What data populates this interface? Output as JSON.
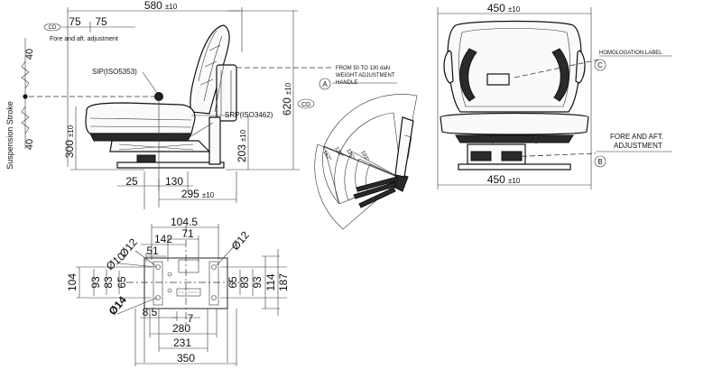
{
  "side_view": {
    "dim_width_total": "580",
    "dim_width_tol": "±10",
    "dim_fore_a": "75",
    "dim_fore_b": "75",
    "fore_aft_label": "Fore and aft. adjustment",
    "sip_label": "SIP(ISO5353)",
    "srp_label": "SRP(ISO3462)",
    "dim_height_total": "620",
    "dim_height_tol": "±10",
    "dim_seat_height": "300",
    "dim_seat_height_tol": "±10",
    "dim_srp_height": "203",
    "dim_srp_height_tol": "±10",
    "dim_front_offset": "25",
    "dim_sip_offset": "130",
    "dim_depth": "295",
    "dim_depth_tol": "±10",
    "weight_note_line1": "FROM 50 TO 130 daN",
    "weight_note_line2": "WEIGHT ADJUSTMENT",
    "weight_note_line3": "HANDLE",
    "marker_a": "A",
    "marker_cd": "CD"
  },
  "suspension": {
    "label": "Suspension Stroke",
    "dim_up": "40",
    "dim_down": "40"
  },
  "recline": {
    "angles": [
      "162°",
      "132°",
      "116°",
      "103°"
    ]
  },
  "front_view": {
    "dim_top_width": "450",
    "dim_top_tol": "±10",
    "dim_bottom_width": "450",
    "dim_bottom_tol": "±10",
    "homologation_label": "HOMOLOGATION LABEL",
    "marker_c": "C",
    "fore_aft_line1": "FORE AND AFT.",
    "fore_aft_line2": "ADJUSTMENT",
    "marker_b": "B"
  },
  "base_plate": {
    "dim_104_5": "104.5",
    "dim_71": "71",
    "dim_142": "142",
    "dim_51": "51",
    "dia_12_left": "Ø12",
    "dia_12_right": "Ø12",
    "dia_10": "Ø10",
    "dia_14": "Ø14",
    "left_dims": [
      "104",
      "93",
      "83",
      "65"
    ],
    "right_dims": [
      "65",
      "83",
      "93",
      "114",
      "187"
    ],
    "dim_8_5": "8.5",
    "dim_7": "7",
    "dim_280": "280",
    "dim_231": "231",
    "dim_350": "350"
  }
}
